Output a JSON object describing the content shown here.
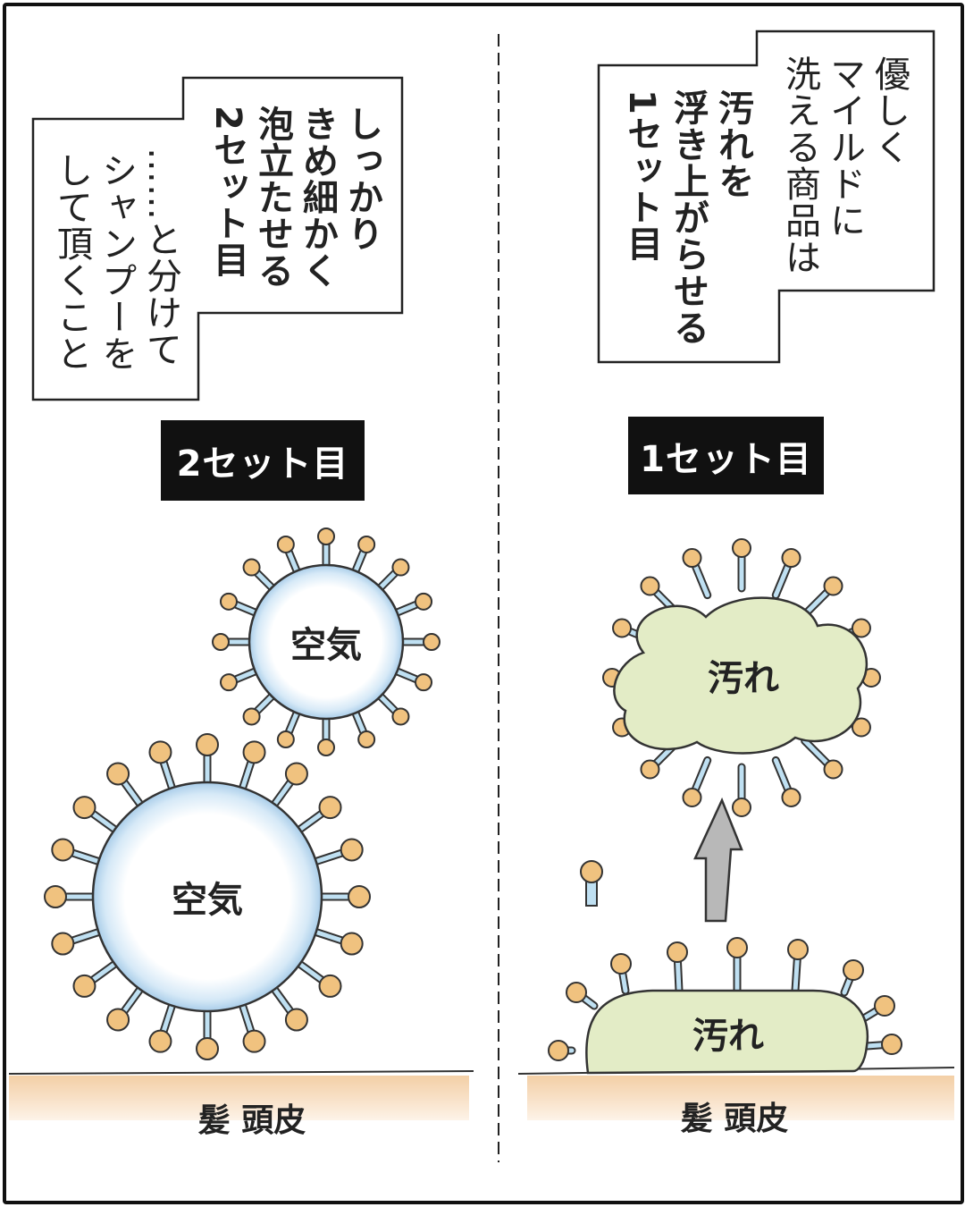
{
  "left_panel": {
    "caption_main": [
      "しっかり",
      "きめ細かく",
      "泡立たせる",
      "2セット目"
    ],
    "caption_sub": [
      "……と分けて",
      "シャンプーを",
      "して頂くこと"
    ],
    "tag": "2セット目",
    "bubble_small_label": "空気",
    "bubble_large_label": "空気",
    "scalp_label": "髪 頭皮"
  },
  "right_panel": {
    "caption_main": [
      "優しく",
      "マイルドに",
      "洗える商品は"
    ],
    "caption_sub": [
      "汚れを",
      "浮き上がらせる",
      "1セット目"
    ],
    "tag": "1セット目",
    "dirt_top_label": "汚れ",
    "dirt_bottom_label": "汚れ",
    "scalp_label": "髪 頭皮"
  },
  "colors": {
    "scalp": "#f6d9b8",
    "dirt": "#e3ecc6",
    "bubble_edge": "#a9cde9",
    "stalk": "#bfe0f2",
    "stalk_tip": "#f0c27f",
    "arrow": "#b8b8b8"
  }
}
